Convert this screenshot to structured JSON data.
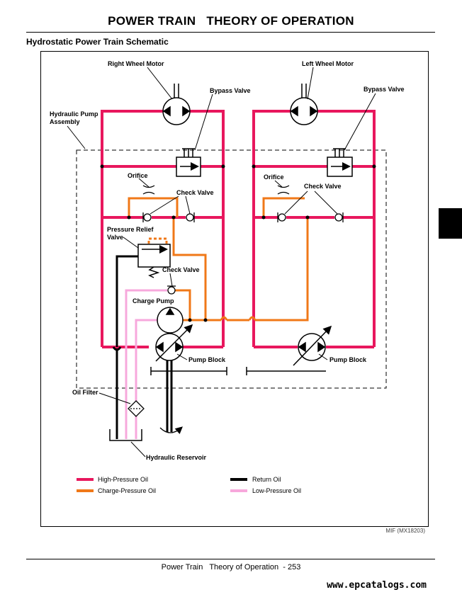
{
  "header": {
    "title": "POWER TRAIN   THEORY OF OPERATION",
    "section_title": "Hydrostatic Power Train Schematic"
  },
  "diagram": {
    "labels": {
      "right_wheel_motor": "Right Wheel Motor",
      "left_wheel_motor": "Left Wheel Motor",
      "bypass_valve_right": "Bypass Valve",
      "bypass_valve_left": "Bypass Valve",
      "hydraulic_pump_assembly_1": "Hydraulic Pump",
      "hydraulic_pump_assembly_2": "Assembly",
      "orifice_right": "Orifice",
      "orifice_left": "Orifice",
      "check_valve_right": "Check Valve",
      "check_valve_left": "Check Valve",
      "pressure_relief_1": "Pressure Relief",
      "pressure_relief_2": "Valve",
      "check_valve_charge": "Check Valve",
      "charge_pump": "Charge Pump",
      "pump_block_right": "Pump Block",
      "pump_block_left": "Pump Block",
      "oil_filter": "Oil Filter",
      "hydraulic_reservoir": "Hydraulic Reservoir"
    },
    "legend": [
      {
        "label": "High-Pressure Oil",
        "color": "#e8175d"
      },
      {
        "label": "Charge-Pressure Oil",
        "color": "#f07818"
      },
      {
        "label": "Return Oil",
        "color": "#000000"
      },
      {
        "label": "Low-Pressure Oil",
        "color": "#f7a8dc"
      }
    ],
    "figure_id": "MIF (MX18203)"
  },
  "colors": {
    "high_pressure": "#e8175d",
    "charge_pressure": "#f07818",
    "return": "#000000",
    "low_pressure": "#f7a8dc"
  },
  "footer": {
    "text": "Power Train   Theory of Operation  - 253",
    "watermark": "www.epcatalogs.com"
  }
}
